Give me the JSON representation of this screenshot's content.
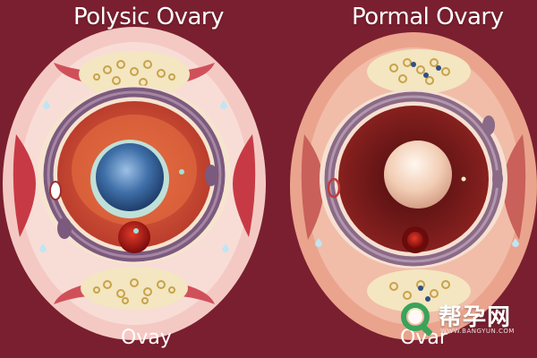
{
  "left_panel": {
    "title": "Polysic Ovary",
    "caption": "Ovay"
  },
  "right_panel": {
    "title": "Pormal Ovary",
    "caption": "Ovar"
  },
  "watermark": {
    "text": "帮孕网",
    "subtext": "WWW.BANGYUN.COM"
  },
  "colors": {
    "background": "#7a1f2f",
    "tissue_pink": "#f4c9c4",
    "cream_layer": "#f3e6c0",
    "purple_ring": "#7b5a7e",
    "inner_red": "#c8412e",
    "dark_red": "#5e0f14",
    "follicle_blue": "#3f6fa8",
    "follicle_cream": "#f5dcc6",
    "watermark_green": "#3aa35a"
  }
}
